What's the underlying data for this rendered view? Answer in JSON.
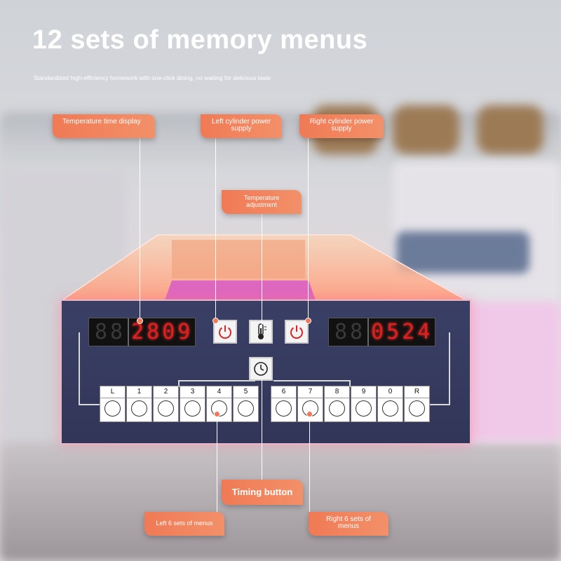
{
  "header": {
    "title": "12 sets of memory menus",
    "subtitle": "Standardized high-efficiency homework with one-click dining, no waiting for delicious taste"
  },
  "callouts": {
    "temperature_time_display": "Temperature time display",
    "left_cylinder_power": "Left cylinder power supply",
    "right_cylinder_power": "Right cylinder power supply",
    "temperature_adjustment": "Temperature adjustment",
    "timing_button": "Timing button",
    "left_menus": "Left 6 sets of menus",
    "right_menus": "Right 6 sets of menus"
  },
  "panel": {
    "left_display": {
      "dim": "88",
      "lit": "2809"
    },
    "right_display": {
      "dim": "88",
      "lit": "0524"
    },
    "left_keys": [
      "L",
      "1",
      "2",
      "3",
      "4",
      "5"
    ],
    "right_keys": [
      "6",
      "7",
      "8",
      "9",
      "0",
      "R"
    ]
  },
  "colors": {
    "accent": "#f07a55",
    "panel": "#363a5f",
    "led": "#e0201e"
  },
  "icons": [
    "power-icon",
    "thermometer-icon",
    "clock-icon",
    "circle-button-icon"
  ]
}
